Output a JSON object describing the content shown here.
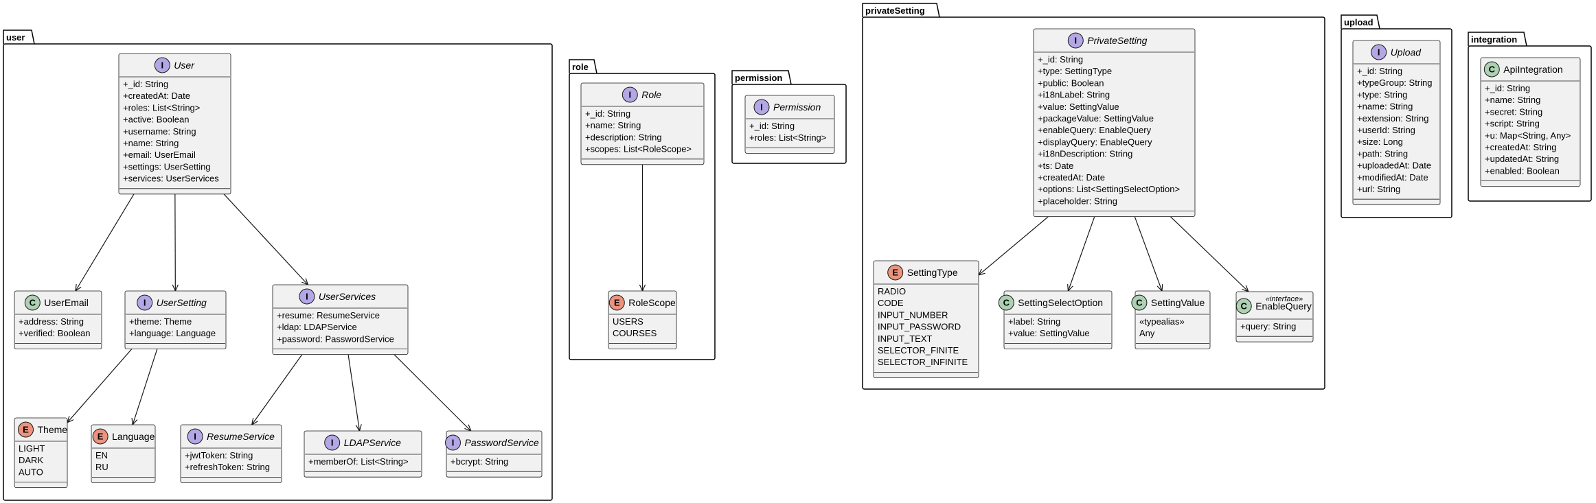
{
  "colors": {
    "interface_badge": "#B4A7E5",
    "class_badge": "#ADD1B2",
    "enum_badge": "#EB937F",
    "box_fill": "#F1F1F1",
    "border": "#181818"
  },
  "packages": [
    {
      "name": "user"
    },
    {
      "name": "role"
    },
    {
      "name": "permission"
    },
    {
      "name": "privateSetting"
    },
    {
      "name": "upload"
    },
    {
      "name": "integration"
    }
  ],
  "classes": [
    {
      "id": "User",
      "kind": "I",
      "name": "User",
      "italic": true,
      "attrs": [
        "+_id: String",
        "+createdAt: Date",
        "+roles: List<String>",
        "+active: Boolean",
        "+username: String",
        "+name: String",
        "+email: UserEmail",
        "+settings: UserSetting",
        "+services: UserServices"
      ]
    },
    {
      "id": "UserEmail",
      "kind": "C",
      "name": "UserEmail",
      "italic": false,
      "attrs": [
        "+address: String",
        "+verified: Boolean"
      ]
    },
    {
      "id": "UserSetting",
      "kind": "I",
      "name": "UserSetting",
      "italic": true,
      "attrs": [
        "+theme: Theme",
        "+language: Language"
      ]
    },
    {
      "id": "UserServices",
      "kind": "I",
      "name": "UserServices",
      "italic": true,
      "attrs": [
        "+resume: ResumeService",
        "+ldap: LDAPService",
        "+password: PasswordService"
      ]
    },
    {
      "id": "Theme",
      "kind": "E",
      "name": "Theme",
      "italic": false,
      "attrs": [
        "LIGHT",
        "DARK",
        "AUTO"
      ]
    },
    {
      "id": "Language",
      "kind": "E",
      "name": "Language",
      "italic": false,
      "attrs": [
        "EN",
        "RU"
      ]
    },
    {
      "id": "ResumeService",
      "kind": "I",
      "name": "ResumeService",
      "italic": true,
      "attrs": [
        "+jwtToken: String",
        "+refreshToken: String"
      ]
    },
    {
      "id": "LDAPService",
      "kind": "I",
      "name": "LDAPService",
      "italic": true,
      "attrs": [
        "+memberOf: List<String>"
      ]
    },
    {
      "id": "PasswordService",
      "kind": "I",
      "name": "PasswordService",
      "italic": true,
      "attrs": [
        "+bcrypt: String"
      ]
    },
    {
      "id": "Role",
      "kind": "I",
      "name": "Role",
      "italic": true,
      "attrs": [
        "+_id: String",
        "+name: String",
        "+description: String",
        "+scopes: List<RoleScope>"
      ]
    },
    {
      "id": "RoleScope",
      "kind": "E",
      "name": "RoleScope",
      "italic": false,
      "attrs": [
        "USERS",
        "COURSES"
      ]
    },
    {
      "id": "Permission",
      "kind": "I",
      "name": "Permission",
      "italic": true,
      "attrs": [
        "+_id: String",
        "+roles: List<String>"
      ]
    },
    {
      "id": "PrivateSetting",
      "kind": "I",
      "name": "PrivateSetting",
      "italic": true,
      "attrs": [
        "+_id: String",
        "+type: SettingType",
        "+public: Boolean",
        "+i18nLabel: String",
        "+value: SettingValue",
        "+packageValue: SettingValue",
        "+enableQuery: EnableQuery",
        "+displayQuery: EnableQuery",
        "+i18nDescription: String",
        "+ts: Date",
        "+createdAt: Date",
        "+options: List<SettingSelectOption>",
        "+placeholder: String"
      ]
    },
    {
      "id": "SettingType",
      "kind": "E",
      "name": "SettingType",
      "italic": false,
      "attrs": [
        "RADIO",
        "CODE",
        "INPUT_NUMBER",
        "INPUT_PASSWORD",
        "INPUT_TEXT",
        "SELECTOR_FINITE",
        "SELECTOR_INFINITE"
      ]
    },
    {
      "id": "SettingSelectOption",
      "kind": "C",
      "name": "SettingSelectOption",
      "italic": false,
      "attrs": [
        "+label: String",
        "+value: SettingValue"
      ]
    },
    {
      "id": "SettingValue",
      "kind": "C",
      "name": "SettingValue",
      "italic": false,
      "attrs": [
        "«typealias»",
        "Any"
      ]
    },
    {
      "id": "EnableQuery",
      "kind": "C",
      "name": "EnableQuery",
      "italic": false,
      "stereotype": "«interface»",
      "attrs": [
        "+query: String"
      ]
    },
    {
      "id": "Upload",
      "kind": "I",
      "name": "Upload",
      "italic": true,
      "attrs": [
        "+_id: String",
        "+typeGroup: String",
        "+type: String",
        "+name: String",
        "+extension: String",
        "+userId: String",
        "+size: Long",
        "+path: String",
        "+uploadedAt: Date",
        "+modifiedAt: Date",
        "+url: String"
      ]
    },
    {
      "id": "ApiIntegration",
      "kind": "C",
      "name": "ApiIntegration",
      "italic": false,
      "attrs": [
        "+_id: String",
        "+name: String",
        "+secret: String",
        "+script: String",
        "+u: Map<String, Any>",
        "+createdAt: String",
        "+updatedAt: String",
        "+enabled: Boolean"
      ]
    }
  ],
  "relations": [
    {
      "from": "User",
      "to": "UserEmail"
    },
    {
      "from": "User",
      "to": "UserSetting"
    },
    {
      "from": "User",
      "to": "UserServices"
    },
    {
      "from": "UserSetting",
      "to": "Theme"
    },
    {
      "from": "UserSetting",
      "to": "Language"
    },
    {
      "from": "UserServices",
      "to": "ResumeService"
    },
    {
      "from": "UserServices",
      "to": "LDAPService"
    },
    {
      "from": "UserServices",
      "to": "PasswordService"
    },
    {
      "from": "Role",
      "to": "RoleScope"
    },
    {
      "from": "PrivateSetting",
      "to": "SettingType"
    },
    {
      "from": "PrivateSetting",
      "to": "SettingSelectOption"
    },
    {
      "from": "PrivateSetting",
      "to": "SettingValue"
    },
    {
      "from": "PrivateSetting",
      "to": "EnableQuery"
    }
  ]
}
